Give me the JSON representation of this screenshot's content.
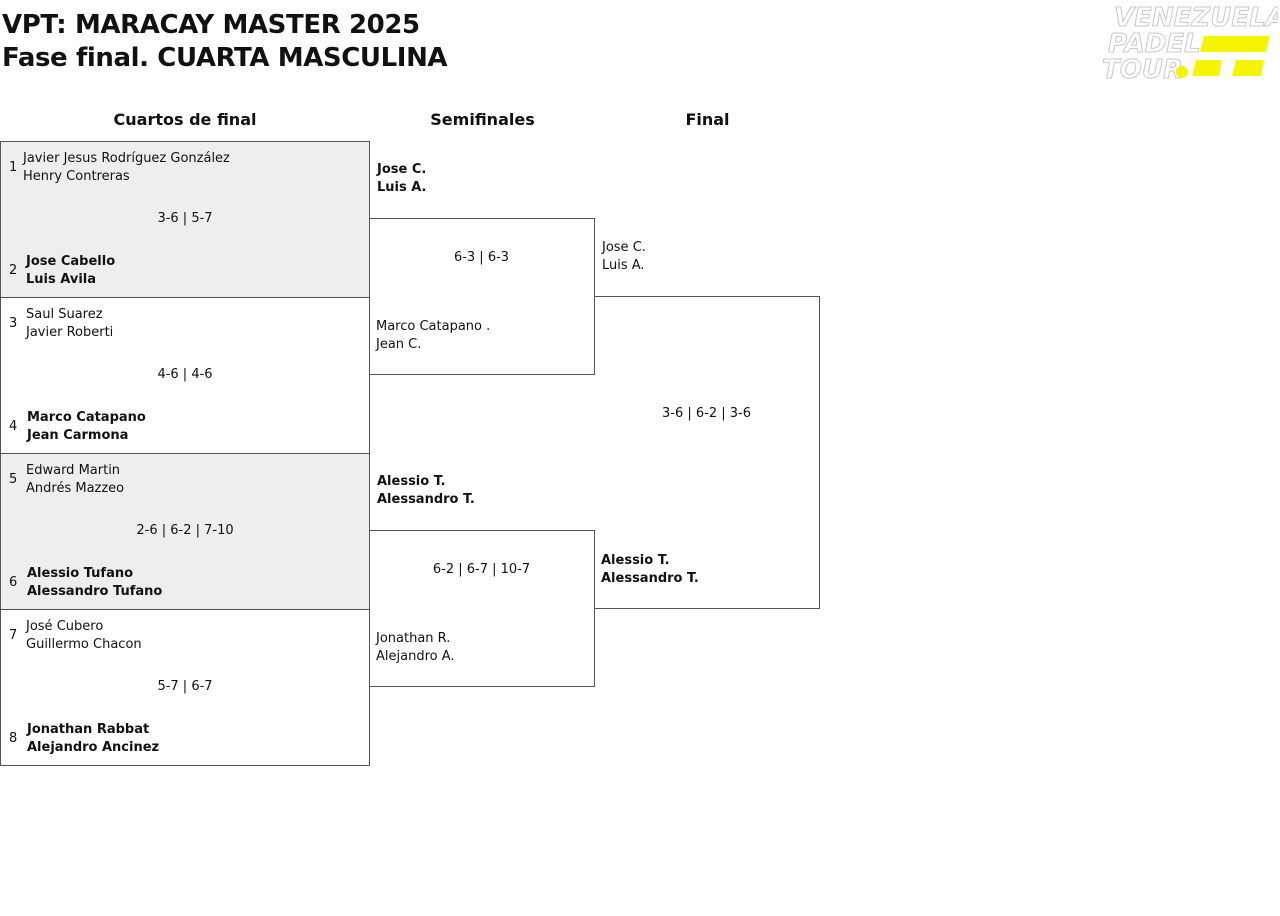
{
  "header": {
    "title_line1": "VPT: MARACAY MASTER 2025",
    "title_line2": "Fase final. CUARTA MASCULINA",
    "logo_text": [
      "VENEZUELA",
      "PADEL",
      "TOUR"
    ],
    "logo_accent_color": "#f5f500"
  },
  "rounds": {
    "quarterfinals": "Cuartos de final",
    "semifinals": "Semifinales",
    "final": "Final"
  },
  "quarterfinals": [
    {
      "seed_a": "1",
      "team_a": [
        "Javier Jesus Rodríguez González",
        "Henry Contreras"
      ],
      "score": "3-6 | 5-7",
      "seed_b": "2",
      "team_b": [
        "Jose Cabello",
        "Luis Avila"
      ]
    },
    {
      "seed_a": "3",
      "team_a": [
        "Saul Suarez",
        "Javier Roberti"
      ],
      "score": "4-6 | 4-6",
      "seed_b": "4",
      "team_b": [
        "Marco Catapano",
        "Jean Carmona"
      ]
    },
    {
      "seed_a": "5",
      "team_a": [
        "Edward Martin",
        "Andrés Mazzeo"
      ],
      "score": "2-6 | 6-2 | 7-10",
      "seed_b": "6",
      "team_b": [
        "Alessio Tufano",
        "Alessandro Tufano"
      ]
    },
    {
      "seed_a": "7",
      "team_a": [
        "José Cubero",
        "Guillermo Chacon"
      ],
      "score": "5-7 | 6-7",
      "seed_b": "8",
      "team_b": [
        "Jonathan Rabbat",
        "Alejandro Ancinez"
      ]
    }
  ],
  "semifinals": [
    {
      "team_a": [
        "Jose C.",
        "Luis A."
      ],
      "score": "6-3 | 6-3",
      "team_b": [
        "Marco Catapano .",
        "Jean C."
      ]
    },
    {
      "team_a": [
        "Alessio T.",
        "Alessandro T."
      ],
      "score": "6-2 | 6-7 | 10-7",
      "team_b": [
        "Jonathan R.",
        "Alejandro A."
      ]
    }
  ],
  "final": {
    "team_a": [
      "Jose C.",
      "Luis A."
    ],
    "score": "3-6 | 6-2 | 3-6",
    "team_b": [
      "Alessio T.",
      "Alessandro T."
    ]
  }
}
